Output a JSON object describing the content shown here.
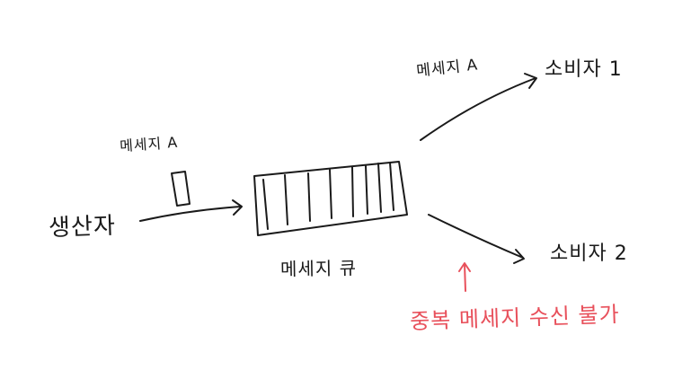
{
  "diagram": {
    "producer_label": "생산자",
    "message_left_label": "메세지 A",
    "message_top_label": "메세지 A",
    "consumer1_label": "소비자 1",
    "consumer2_label": "소비자 2",
    "queue_label": "메세지 큐",
    "warning_label": "중복 메세지 수신 불가"
  },
  "colors": {
    "ink": "#1a1a1a",
    "warning": "#e8505b",
    "background": "#ffffff"
  }
}
